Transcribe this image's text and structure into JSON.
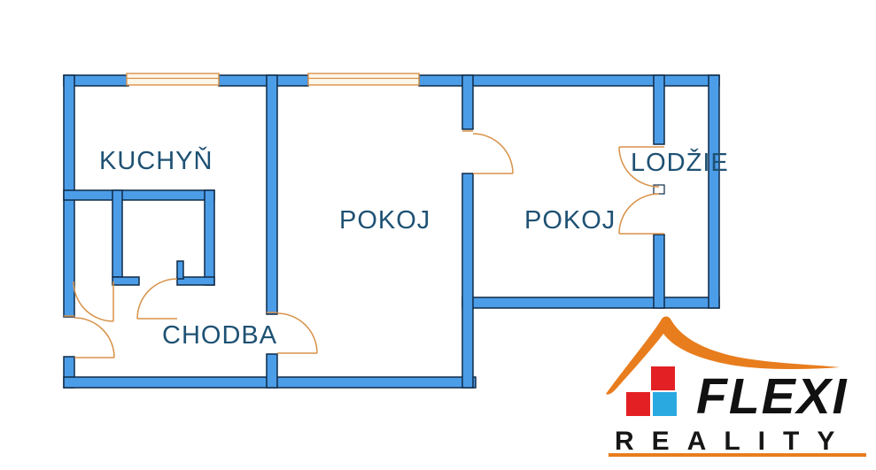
{
  "floorplan": {
    "rooms": [
      {
        "name": "kuchyn",
        "label": "KUCHYŇ"
      },
      {
        "name": "pokoj-stredni",
        "label": "POKOJ"
      },
      {
        "name": "pokoj-pravy",
        "label": "POKOJ"
      },
      {
        "name": "lodzie",
        "label": "LODŽIE"
      },
      {
        "name": "chodba",
        "label": "CHODBA"
      }
    ],
    "colors": {
      "wall_fill": "#4C9DE8",
      "wall_outline": "#0F2A47",
      "door_window_orange": "#D8924A",
      "room_label_blue": "#1E5173",
      "window_fill": "#FDF7EA"
    }
  },
  "logo": {
    "brand": "FLEXI",
    "subtitle": "REALITY",
    "colors": {
      "roof_orange": "#E87D1E",
      "square_red": "#E32124",
      "square_blue": "#29A9E0",
      "text_black": "#111111"
    }
  }
}
